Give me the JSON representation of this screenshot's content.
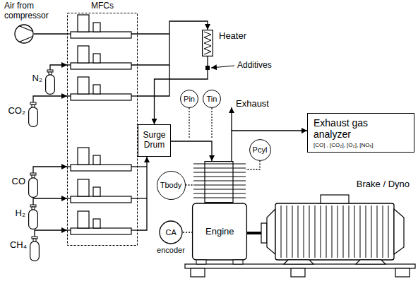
{
  "diagram": {
    "nodes": [
      {
        "text": [
          "Air from compressor"
        ]
      },
      {
        "text": [
          "MFCs"
        ]
      },
      {
        "text": [
          "N₂"
        ]
      },
      {
        "text": [
          "CO₂"
        ]
      },
      {
        "text": [
          "Heater"
        ]
      },
      {
        "text": [
          "Surge Drum"
        ]
      },
      {
        "text": [
          "Pin"
        ]
      },
      {
        "text": [
          "Tin"
        ]
      },
      {
        "text": [
          "Pcyl"
        ]
      },
      {
        "text": [
          "Exhaust gas analyzer",
          "[CO] , [CO₂], [O₂], [NOₓ]"
        ]
      },
      {
        "text": [
          "Tbody"
        ]
      },
      {
        "text": [
          "CO"
        ]
      },
      {
        "text": [
          "H₂"
        ]
      },
      {
        "text": [
          "CA",
          "encoder"
        ]
      },
      {
        "text": [
          "CH₄"
        ]
      },
      {
        "text": [
          "Engine"
        ]
      },
      {
        "text": [
          "Brake / Dyno"
        ]
      }
    ],
    "edges": [
      {
        "from": 0,
        "to": 1,
        "arrow": "none"
      },
      {
        "from": 2,
        "to": 1,
        "arrow": "to"
      },
      {
        "from": 3,
        "to": 1,
        "arrow": "to"
      },
      {
        "from": 11,
        "to": 1,
        "arrow": "to"
      },
      {
        "from": 12,
        "to": 1,
        "arrow": "to"
      },
      {
        "from": 14,
        "to": 1,
        "arrow": "to"
      },
      {
        "from": 1,
        "to": 4,
        "arrow": "to"
      },
      {
        "from": 4,
        "to": 5,
        "arrow": "to"
      },
      {
        "from": 1,
        "to": 5,
        "arrow": "to"
      },
      {
        "from": 5,
        "to": 15,
        "arrow": "to"
      },
      {
        "from": 15,
        "to": 9,
        "arrow": "to"
      },
      {
        "from": 8,
        "to": 15,
        "arrow": "none"
      },
      {
        "from": 10,
        "to": 15,
        "arrow": "none"
      },
      {
        "from": 13,
        "to": 15,
        "arrow": "none"
      },
      {
        "from": 15,
        "to": 16,
        "arrow": "none"
      }
    ],
    "labels": [
      "Additives",
      "Exhaust"
    ]
  }
}
